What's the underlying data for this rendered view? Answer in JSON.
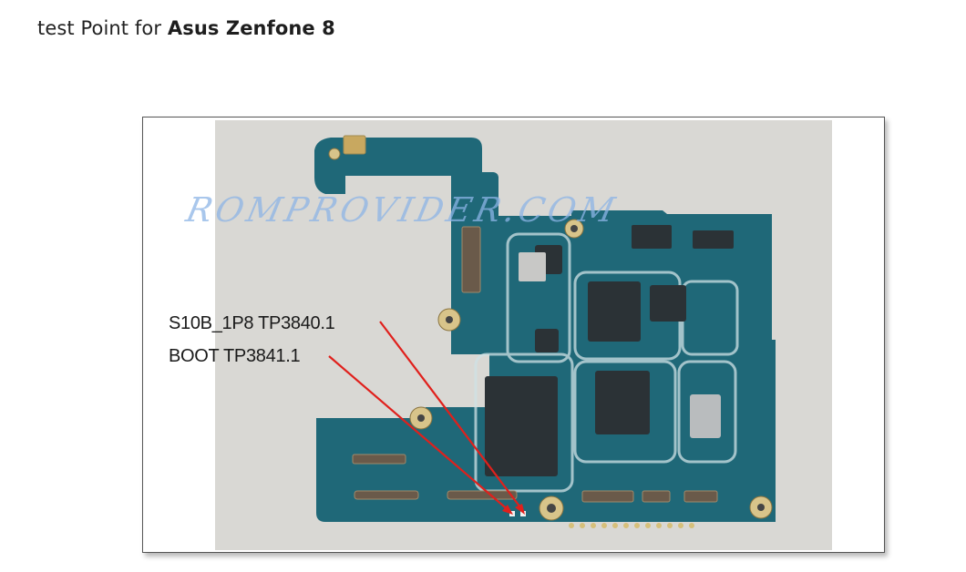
{
  "heading": {
    "prefix": "test Point for ",
    "device": "Asus Zenfone 8"
  },
  "figure": {
    "watermark": "ROMPROVIDER.COM",
    "annotations": [
      {
        "label": "S10B_1P8 TP3840.1"
      },
      {
        "label": "BOOT TP3841.1"
      }
    ],
    "colors": {
      "board": "#1f6878",
      "arrow": "#e0201c",
      "background": "#d9d8d4"
    }
  }
}
